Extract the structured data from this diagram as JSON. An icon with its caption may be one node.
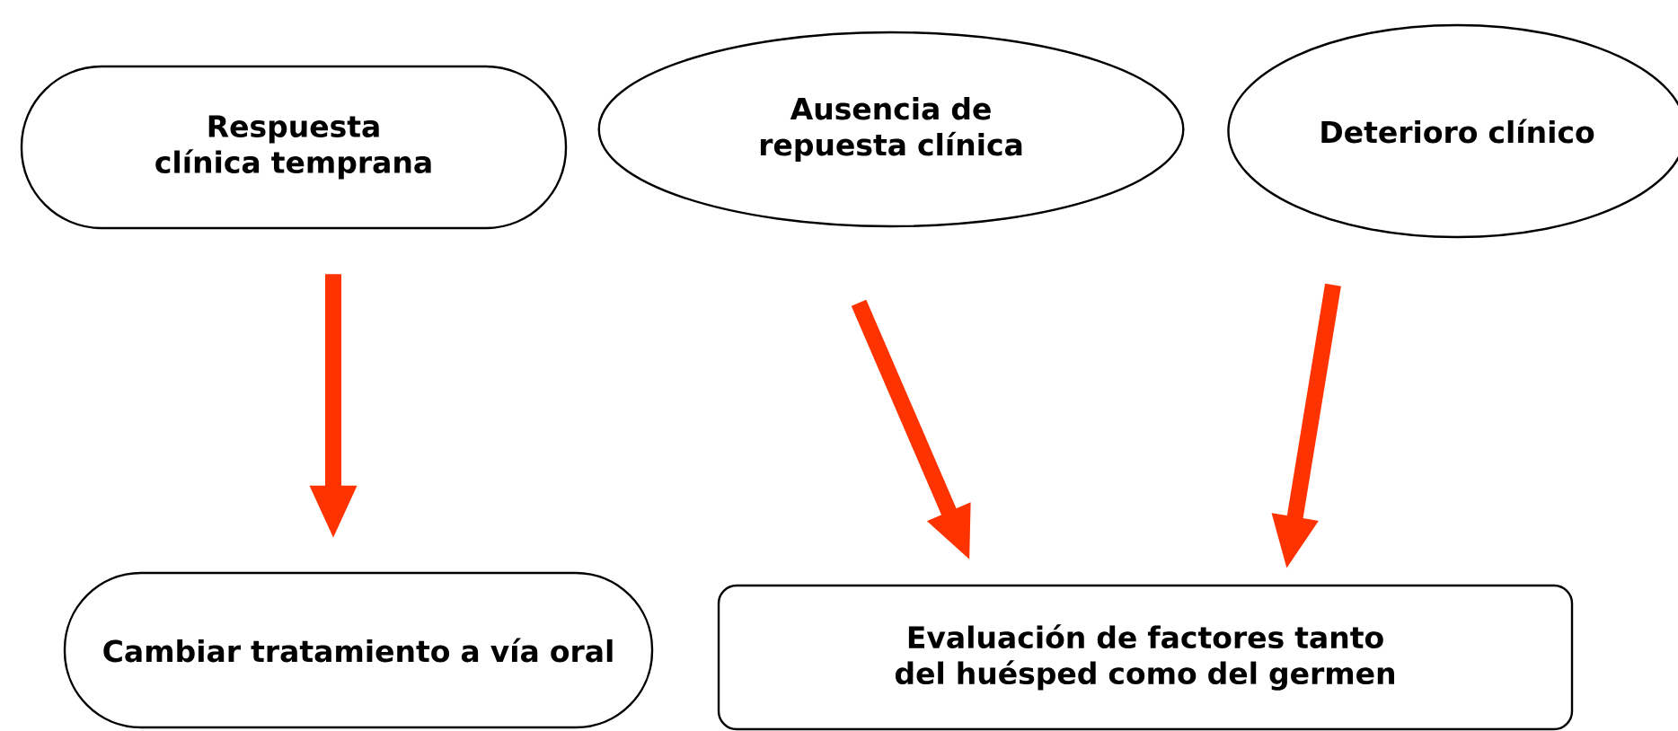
{
  "diagram": {
    "nodes": [
      {
        "text": [
          "Respuesta clínica temprana"
        ]
      },
      {
        "text": [
          "Ausencia de repuesta clínica"
        ]
      },
      {
        "text": [
          "Deterioro clínico"
        ]
      },
      {
        "text": [
          "Cambiar tratamiento a vía oral"
        ]
      },
      {
        "text": [
          "Evaluación de factores tanto del huésped como del germen"
        ]
      }
    ],
    "edges": [
      {
        "from": 0,
        "to": 3,
        "arrow": "to"
      },
      {
        "from": 1,
        "to": 4,
        "arrow": "to"
      },
      {
        "from": 2,
        "to": 4,
        "arrow": "to"
      }
    ]
  }
}
